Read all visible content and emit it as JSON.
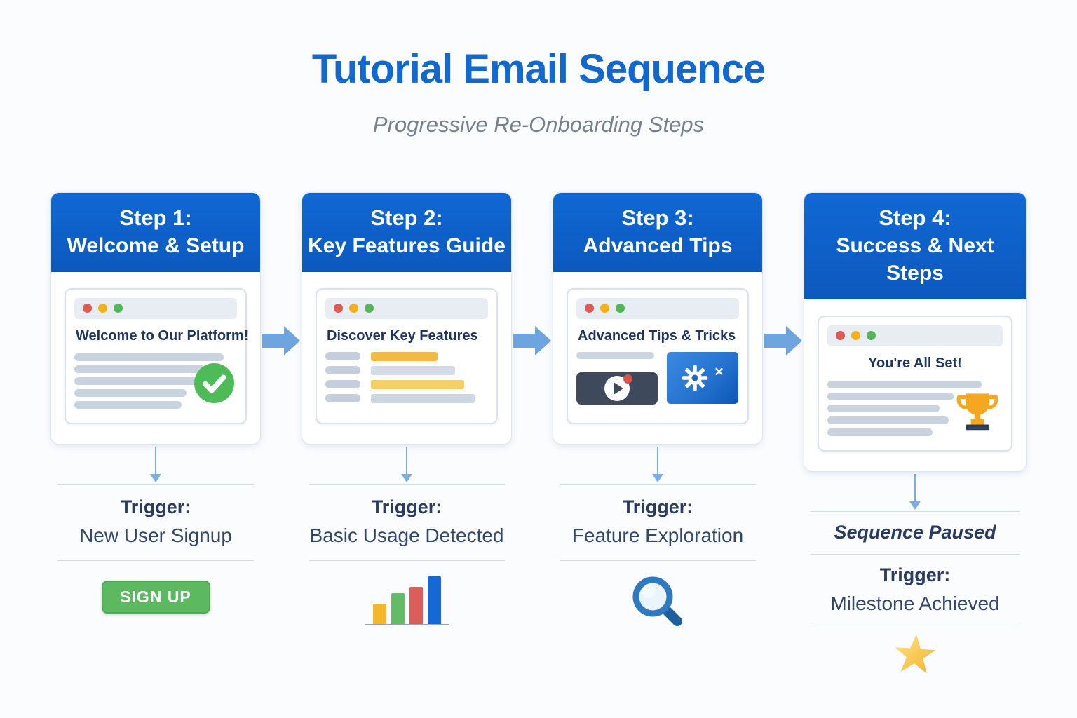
{
  "header": {
    "title": "Tutorial Email Sequence",
    "subtitle": "Progressive Re-Onboarding Steps"
  },
  "colors": {
    "title_blue": "#1268CE",
    "card_header_blue": "#0F62C8",
    "arrow_blue": "#6FA5DE",
    "rule_blue": "#C9DCF0",
    "navy_text": "#2A3C60",
    "signup_green": "#5CB95F",
    "check_green": "#4CBB58",
    "video_tile_dark": "#3E4A5C",
    "settings_tile_blue": "#2574D0",
    "trophy_gold": "#F5A71F",
    "star_gold": "#F3B32B",
    "bar_chart_colors": [
      "#F6B52B",
      "#63BB66",
      "#D9605A",
      "#1668D6"
    ],
    "dot_colors": [
      "#DD5B52",
      "#F2B01F",
      "#55B659"
    ]
  },
  "icons": {
    "close_glyph": "✕",
    "names": [
      "red-dot-icon",
      "yellow-dot-icon",
      "green-dot-icon",
      "check-circle-icon",
      "video-play-icon",
      "gear-icon",
      "close-icon",
      "trophy-icon",
      "bar-chart-icon",
      "magnifying-glass-icon",
      "star-icon",
      "down-arrow-icon",
      "right-arrow-icon"
    ]
  },
  "steps": [
    {
      "label": "Step 1:",
      "title": "Welcome & Setup",
      "email_title": "Welcome to Our Platform!",
      "trigger_label": "Trigger:",
      "trigger_value": "New User Signup",
      "action_label": "SIGN UP"
    },
    {
      "label": "Step 2:",
      "title": "Key Features Guide",
      "email_title": "Discover Key Features",
      "trigger_label": "Trigger:",
      "trigger_value": "Basic Usage Detected"
    },
    {
      "label": "Step 3:",
      "title": "Advanced Tips",
      "email_title": "Advanced Tips & Tricks",
      "trigger_label": "Trigger:",
      "trigger_value": "Feature Exploration"
    },
    {
      "label": "Step 4:",
      "title": "Success & Next Steps",
      "email_title": "You're All Set!",
      "status_label": "Sequence Paused",
      "trigger_label": "Trigger:",
      "trigger_value": "Milestone Achieved"
    }
  ]
}
